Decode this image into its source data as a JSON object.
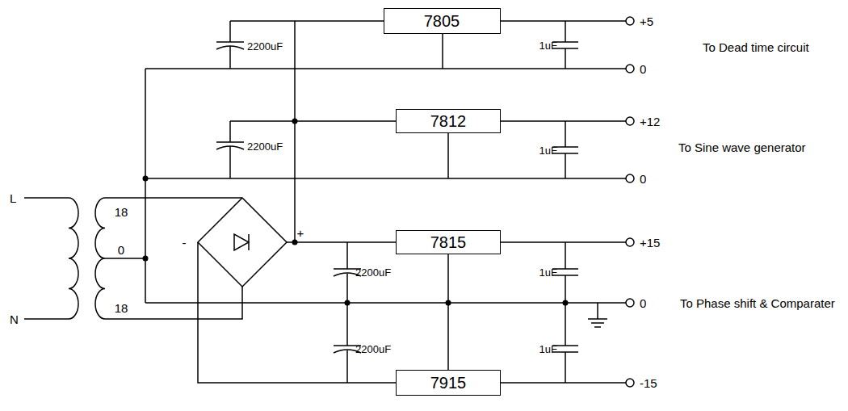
{
  "diagram": {
    "nodes": [
      {
        "text": [
          "7805"
        ]
      },
      {
        "text": [
          "7812"
        ]
      },
      {
        "text": [
          "7815"
        ]
      },
      {
        "text": [
          "7915"
        ]
      }
    ],
    "edges": [
      {
        "from": 2,
        "to": 3,
        "arrow": "none"
      }
    ],
    "labels": [
      "+5",
      "To Dead time circuit",
      "0",
      "+12",
      "To Sine wave generator",
      "0",
      "L",
      "18",
      "0",
      "-",
      "+",
      "N",
      "18",
      "+15",
      "0",
      "To Phase shift & Comparater",
      "-15",
      "2200uF",
      "2200uF",
      "2200uF",
      "2200uF",
      "1uF",
      "1uF",
      "1uF",
      "1uF"
    ]
  }
}
